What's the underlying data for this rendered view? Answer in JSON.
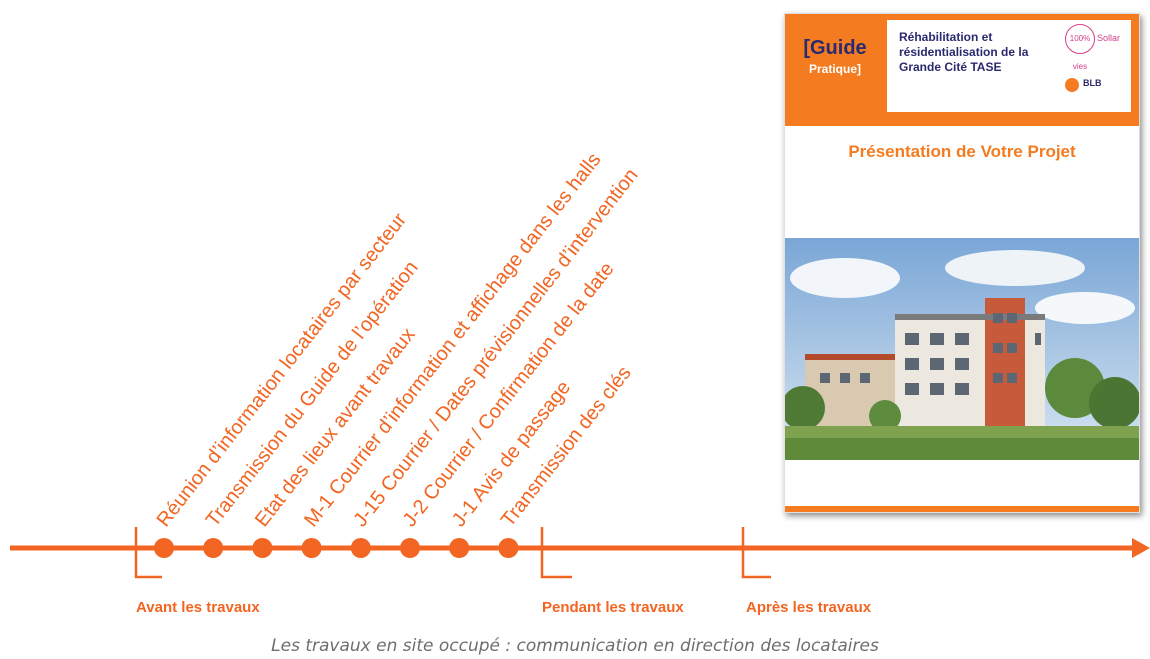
{
  "colors": {
    "accent": "#f26522",
    "cover_accent": "#f47b20",
    "caption": "#6e6e6e",
    "navy": "#2a2a6e"
  },
  "timeline": {
    "steps": [
      "Réunion d’information locataires par secteur",
      "Transmission du Guide de l’opération",
      "Etat des lieux avant travaux",
      "M-1 Courrier d’information et affichage dans les halls",
      "J-15 Courrier / Dates prévisionnelles d’intervention",
      "J-2 Courrier / Confirmation de la date",
      "J-1 Avis de passage",
      "Transmission des clés"
    ],
    "phases": [
      "Avant les travaux",
      "Pendant les travaux",
      "Après les travaux"
    ]
  },
  "caption": "Les travaux en site occupé : communication en direction des locataires",
  "guide": {
    "badge": "[Guide",
    "badge_sub": "Pratique]",
    "title": "Réhabilitation et résidentialisation de la Grande Cité TASE",
    "logo_100": "100% vies",
    "logo_sollar": "Sollar",
    "logo_blb": "BLB",
    "heading": "Présentation de Votre Projet"
  }
}
